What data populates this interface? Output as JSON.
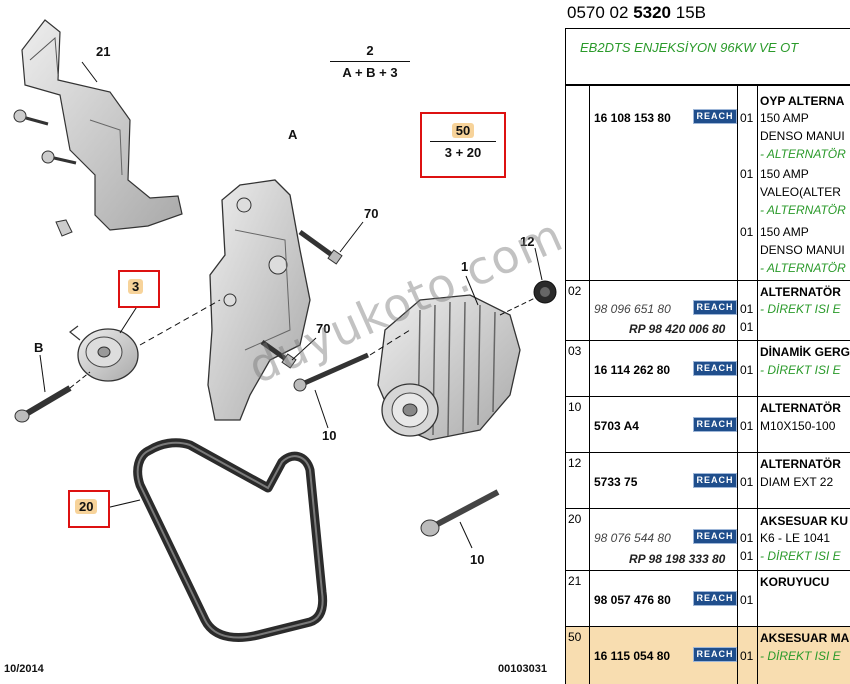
{
  "diagram": {
    "callouts": {
      "c21": "21",
      "c2": "2",
      "c2_sub": "A + B + 3",
      "cA": "A",
      "c50": "50",
      "c50_sub": "3 + 20",
      "c70a": "70",
      "c12": "12",
      "c3": "3",
      "c1": "1",
      "cB": "B",
      "c70b": "70",
      "c10a": "10",
      "c20": "20",
      "c10b": "10"
    },
    "watermark": "duyukoto.com",
    "footer_date": "10/2014",
    "footer_code": "00103031",
    "colors": {
      "highlight": "#f7d39a",
      "box_border": "#d11111"
    }
  },
  "table": {
    "doc_ref_prefix": "0570 02 ",
    "doc_ref_bold": "5320",
    "doc_ref_suffix": " 15B",
    "engine_title": "EB2DTS ENJEKSİYON 96KW VE OT",
    "reach_label": "REACH",
    "colors": {
      "green": "#2a9a2a",
      "reach_bg": "#1f4e8c",
      "selected_row": "#f8ddb0"
    },
    "rows": [
      {
        "group": "",
        "part": "16 108 153 80",
        "qty1": "01",
        "qty2": "01",
        "qty3": "01",
        "d1": "OYP ALTERNA",
        "d2": "150 AMP",
        "d3": "DENSO MANUI",
        "d4": "- ALTERNATÖR",
        "d5": "150 AMP",
        "d6": "VALEO(ALTER",
        "d7": "- ALTERNATÖR",
        "d8": "150 AMP",
        "d9": "DENSO MANUI",
        "d10": "- ALTERNATÖR"
      },
      {
        "group": "02",
        "part": "98 096 651 80",
        "rp": "RP 98 420 006 80",
        "qty1": "01",
        "qty2": "01",
        "d1": "ALTERNATÖR",
        "d2": "- DİREKT ISI E"
      },
      {
        "group": "03",
        "part": "16 114 262 80",
        "qty1": "01",
        "d1": "DİNAMİK GERG",
        "d2": "- DİREKT ISI E"
      },
      {
        "group": "10",
        "part": "5703 A4",
        "qty1": "01",
        "d1": "ALTERNATÖR",
        "d2": "M10X150-100"
      },
      {
        "group": "12",
        "part": "5733 75",
        "qty1": "01",
        "d1": "ALTERNATÖR",
        "d2": "DIAM EXT 22"
      },
      {
        "group": "20",
        "part": "98 076 544 80",
        "rp": "RP 98 198 333 80",
        "qty1": "01",
        "qty2": "01",
        "d1": "AKSESUAR KU",
        "d2": "K6 - LE 1041",
        "d3": "- DİREKT ISI E"
      },
      {
        "group": "21",
        "part": "98 057 476 80",
        "qty1": "01",
        "d1": "KORUYUCU"
      },
      {
        "group": "50",
        "part": "16 115 054 80",
        "qty1": "01",
        "d1": "AKSESUAR MA",
        "d2": "- DİREKT ISI E"
      }
    ]
  }
}
